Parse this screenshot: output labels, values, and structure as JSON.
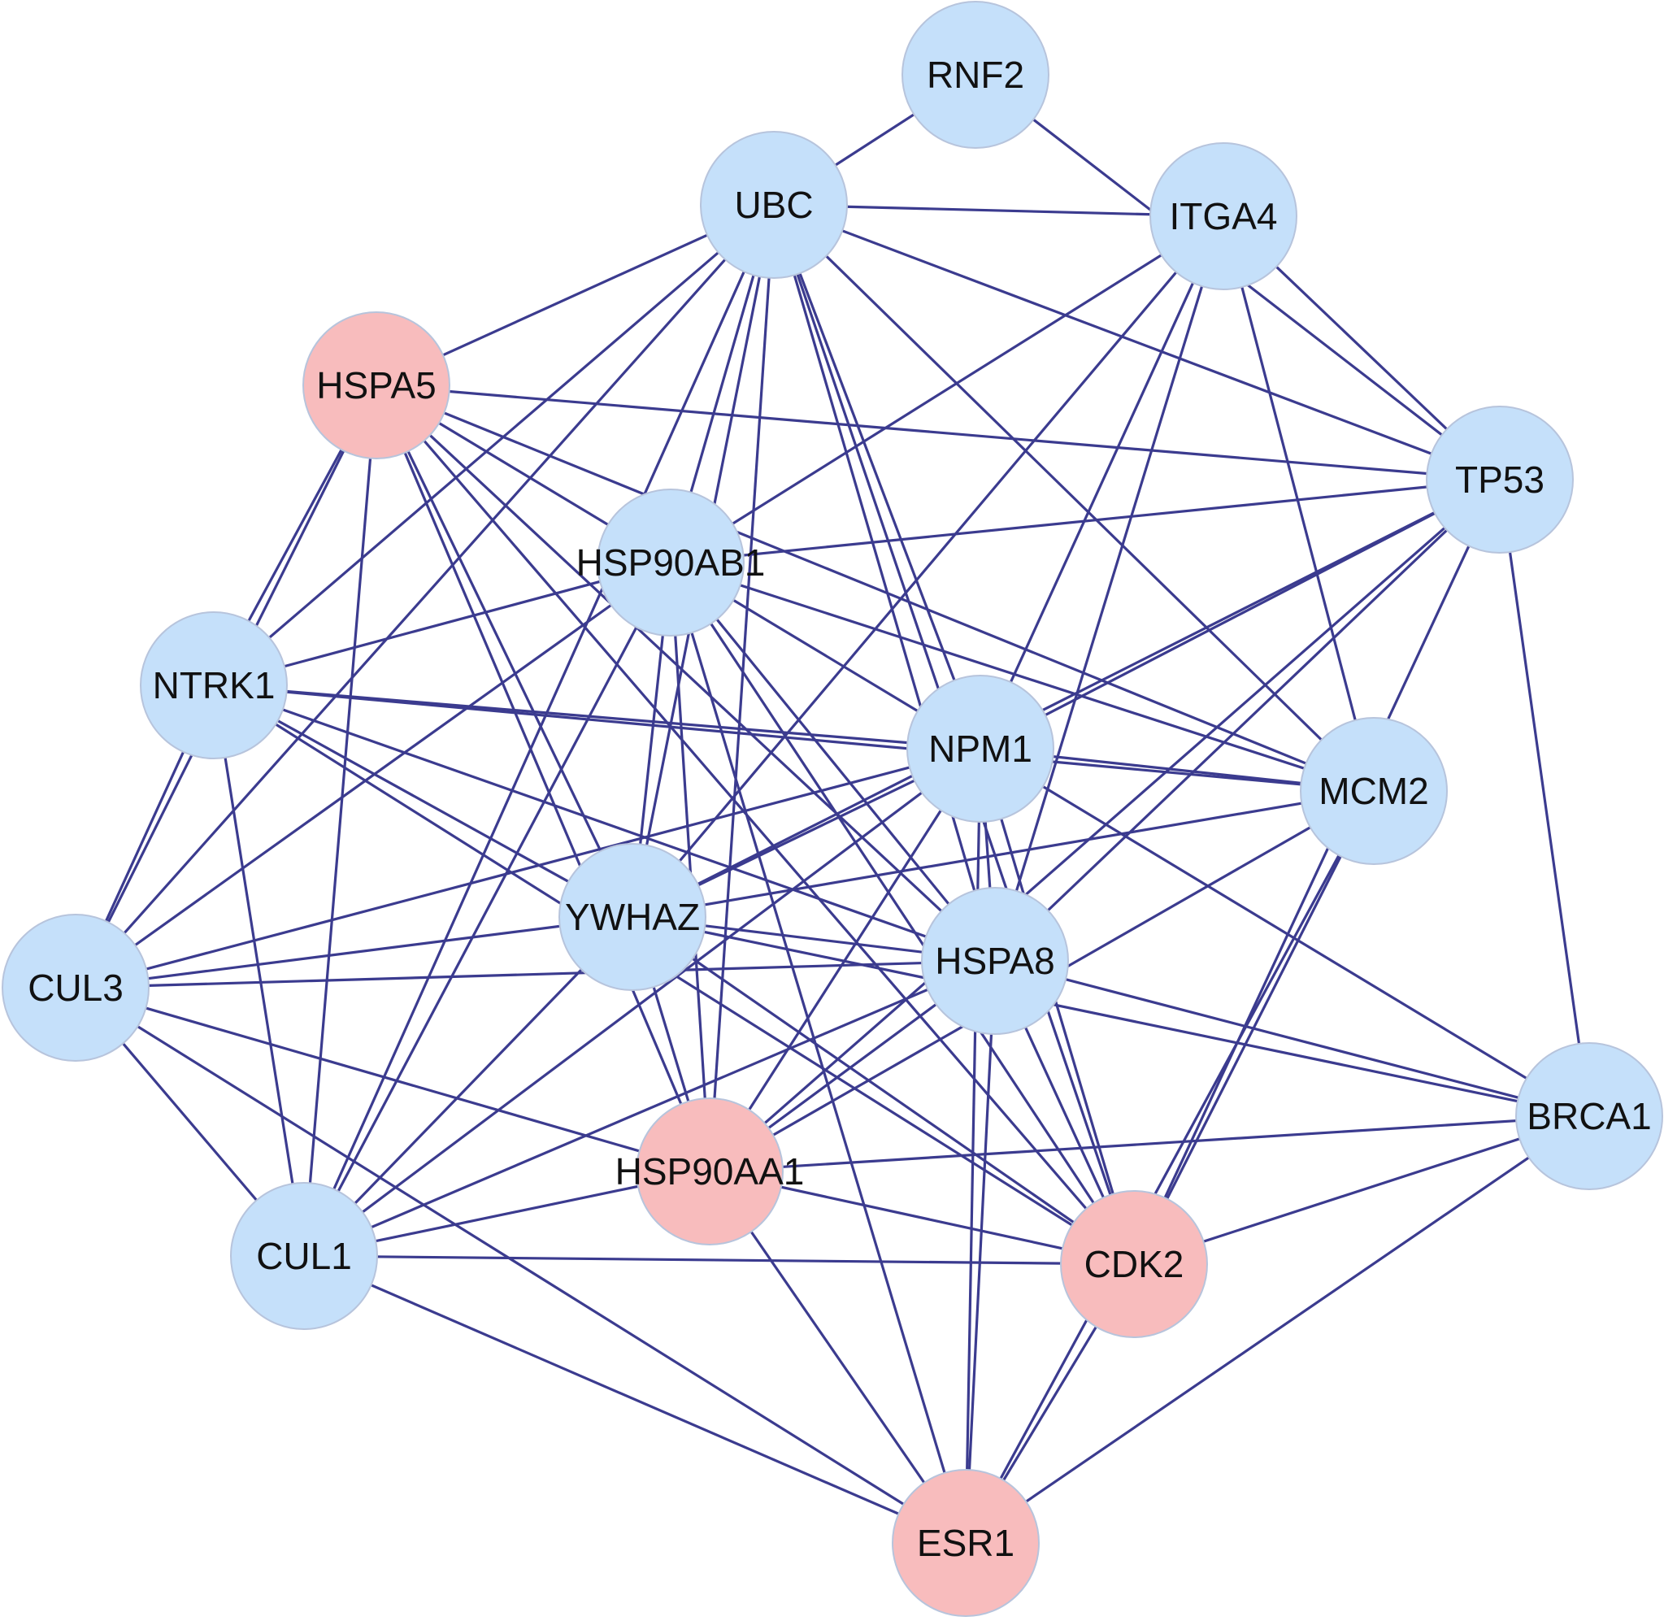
{
  "colors": {
    "edge": "#3b3b8f",
    "default": "#c5e0fa",
    "highlight": "#f8bcbd",
    "border": "#b7c4dc"
  },
  "nodes": [
    {
      "id": "RNF2",
      "label": "RNF2",
      "highlight": false
    },
    {
      "id": "UBC",
      "label": "UBC",
      "highlight": false
    },
    {
      "id": "ITGA4",
      "label": "ITGA4",
      "highlight": false
    },
    {
      "id": "HSPA5",
      "label": "HSPA5",
      "highlight": true
    },
    {
      "id": "TP53",
      "label": "TP53",
      "highlight": false
    },
    {
      "id": "HSP90AB1",
      "label": "HSP90AB1",
      "highlight": false
    },
    {
      "id": "NTRK1",
      "label": "NTRK1",
      "highlight": false
    },
    {
      "id": "NPM1",
      "label": "NPM1",
      "highlight": false
    },
    {
      "id": "MCM2",
      "label": "MCM2",
      "highlight": false
    },
    {
      "id": "YWHAZ",
      "label": "YWHAZ",
      "highlight": false
    },
    {
      "id": "HSPA8",
      "label": "HSPA8",
      "highlight": false
    },
    {
      "id": "CUL3",
      "label": "CUL3",
      "highlight": false
    },
    {
      "id": "BRCA1",
      "label": "BRCA1",
      "highlight": false
    },
    {
      "id": "HSP90AA1",
      "label": "HSP90AA1",
      "highlight": true
    },
    {
      "id": "CUL1",
      "label": "CUL1",
      "highlight": false
    },
    {
      "id": "CDK2",
      "label": "CDK2",
      "highlight": true
    },
    {
      "id": "ESR1",
      "label": "ESR1",
      "highlight": true
    }
  ],
  "edges": [
    [
      "RNF2",
      "UBC"
    ],
    [
      "RNF2",
      "TP53"
    ],
    [
      "UBC",
      "ITGA4"
    ],
    [
      "UBC",
      "HSPA5"
    ],
    [
      "UBC",
      "TP53"
    ],
    [
      "UBC",
      "HSP90AB1"
    ],
    [
      "UBC",
      "NTRK1"
    ],
    [
      "UBC",
      "NPM1"
    ],
    [
      "UBC",
      "MCM2"
    ],
    [
      "UBC",
      "YWHAZ"
    ],
    [
      "UBC",
      "HSPA8"
    ],
    [
      "UBC",
      "CUL3"
    ],
    [
      "UBC",
      "HSP90AA1"
    ],
    [
      "UBC",
      "CUL1"
    ],
    [
      "UBC",
      "CDK2"
    ],
    [
      "ITGA4",
      "TP53"
    ],
    [
      "ITGA4",
      "HSP90AB1"
    ],
    [
      "ITGA4",
      "YWHAZ"
    ],
    [
      "ITGA4",
      "MCM2"
    ],
    [
      "ITGA4",
      "NPM1"
    ],
    [
      "ITGA4",
      "HSPA8"
    ],
    [
      "HSPA5",
      "TP53"
    ],
    [
      "HSPA5",
      "NTRK1"
    ],
    [
      "HSPA5",
      "CUL3"
    ],
    [
      "HSPA5",
      "CUL1"
    ],
    [
      "HSPA5",
      "YWHAZ"
    ],
    [
      "HSPA5",
      "HSP90AA1"
    ],
    [
      "HSPA5",
      "HSPA8"
    ],
    [
      "HSPA5",
      "MCM2"
    ],
    [
      "HSPA5",
      "CDK2"
    ],
    [
      "HSPA5",
      "NPM1"
    ],
    [
      "TP53",
      "HSP90AB1"
    ],
    [
      "TP53",
      "NPM1"
    ],
    [
      "TP53",
      "YWHAZ"
    ],
    [
      "TP53",
      "HSPA8"
    ],
    [
      "TP53",
      "HSP90AA1"
    ],
    [
      "TP53",
      "CDK2"
    ],
    [
      "TP53",
      "BRCA1"
    ],
    [
      "HSP90AB1",
      "NTRK1"
    ],
    [
      "HSP90AB1",
      "CUL3"
    ],
    [
      "HSP90AB1",
      "YWHAZ"
    ],
    [
      "HSP90AB1",
      "HSP90AA1"
    ],
    [
      "HSP90AB1",
      "HSPA8"
    ],
    [
      "HSP90AB1",
      "MCM2"
    ],
    [
      "HSP90AB1",
      "CDK2"
    ],
    [
      "HSP90AB1",
      "CUL1"
    ],
    [
      "HSP90AB1",
      "ESR1"
    ],
    [
      "NTRK1",
      "NPM1"
    ],
    [
      "NTRK1",
      "MCM2"
    ],
    [
      "NTRK1",
      "YWHAZ"
    ],
    [
      "NTRK1",
      "HSPA8"
    ],
    [
      "NTRK1",
      "CUL3"
    ],
    [
      "NTRK1",
      "CUL1"
    ],
    [
      "NTRK1",
      "CDK2"
    ],
    [
      "NPM1",
      "MCM2"
    ],
    [
      "NPM1",
      "YWHAZ"
    ],
    [
      "NPM1",
      "HSPA8"
    ],
    [
      "NPM1",
      "CUL3"
    ],
    [
      "NPM1",
      "HSP90AA1"
    ],
    [
      "NPM1",
      "CUL1"
    ],
    [
      "NPM1",
      "BRCA1"
    ],
    [
      "NPM1",
      "CDK2"
    ],
    [
      "NPM1",
      "ESR1"
    ],
    [
      "MCM2",
      "YWHAZ"
    ],
    [
      "MCM2",
      "HSP90AA1"
    ],
    [
      "MCM2",
      "CDK2"
    ],
    [
      "MCM2",
      "ESR1"
    ],
    [
      "YWHAZ",
      "CUL3"
    ],
    [
      "YWHAZ",
      "HSPA8"
    ],
    [
      "YWHAZ",
      "HSP90AA1"
    ],
    [
      "YWHAZ",
      "CDK2"
    ],
    [
      "YWHAZ",
      "BRCA1"
    ],
    [
      "YWHAZ",
      "CUL1"
    ],
    [
      "HSPA8",
      "CUL3"
    ],
    [
      "HSPA8",
      "BRCA1"
    ],
    [
      "HSPA8",
      "HSP90AA1"
    ],
    [
      "HSPA8",
      "CUL1"
    ],
    [
      "HSPA8",
      "CDK2"
    ],
    [
      "HSPA8",
      "ESR1"
    ],
    [
      "CUL3",
      "CUL1"
    ],
    [
      "CUL3",
      "HSP90AA1"
    ],
    [
      "CUL3",
      "ESR1"
    ],
    [
      "BRCA1",
      "HSP90AA1"
    ],
    [
      "BRCA1",
      "CDK2"
    ],
    [
      "BRCA1",
      "ESR1"
    ],
    [
      "HSP90AA1",
      "CUL1"
    ],
    [
      "HSP90AA1",
      "CDK2"
    ],
    [
      "HSP90AA1",
      "ESR1"
    ],
    [
      "CUL1",
      "CDK2"
    ],
    [
      "CUL1",
      "ESR1"
    ],
    [
      "CDK2",
      "ESR1"
    ]
  ]
}
